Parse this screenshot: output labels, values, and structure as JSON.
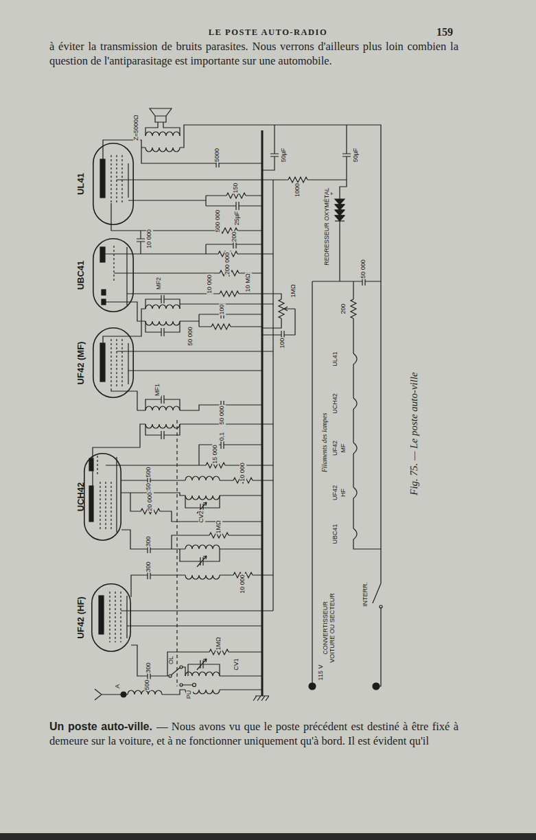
{
  "diagram": {
    "title": "LE POSTE AUTO-RADIO",
    "caption": "Fig. 75. — Le poste auto-ville",
    "nodes": [
      {
        "text": [
          "UL41"
        ]
      },
      {
        "text": [
          "UBC41"
        ]
      },
      {
        "text": [
          "UF42 (MF)"
        ]
      },
      {
        "text": [
          "UCH42"
        ]
      },
      {
        "text": [
          "UF42 (HF)"
        ]
      }
    ],
    "labels": [
      "159",
      "à éviter la transmission de bruits parasites. Nous verrons d'ailleurs plus loin combien la question de l'antiparasitage est importante sur une automobile.",
      "Z=5000Ω",
      "5000",
      "50µF",
      "50µF",
      "1000",
      "+",
      "150",
      "25µF",
      "500 000",
      "10 000",
      "200",
      "200 000",
      "10 MΩ",
      "10 000",
      "1MΩ",
      "100",
      "REDRESSEUR OXYMÉTAL",
      "50 000",
      "MF2",
      "100",
      "50 000",
      "MF1",
      "50 000",
      "200",
      "Filaments des lampes",
      "UL41",
      "UCH42",
      "UF42",
      "MF",
      "UF42",
      "HF",
      "UBC41",
      "CONVERTISSEUR VOITURE OU SECTEUR",
      "INTERR.",
      "115 V",
      "0,1",
      "15 000",
      "10 000",
      "500",
      "50",
      "20 000",
      "CV2",
      "300",
      "1MΩ",
      "300",
      "10 000",
      "1MΩ",
      "CV1",
      "300",
      "OL",
      "PU",
      "500",
      "A",
      "Un poste auto-ville.",
      "— Nous avons vu que le poste précédent est destiné à être fixé à demeure sur la voiture, et à ne fonctionner uniquement qu'à bord. Il est évident qu'il"
    ]
  }
}
